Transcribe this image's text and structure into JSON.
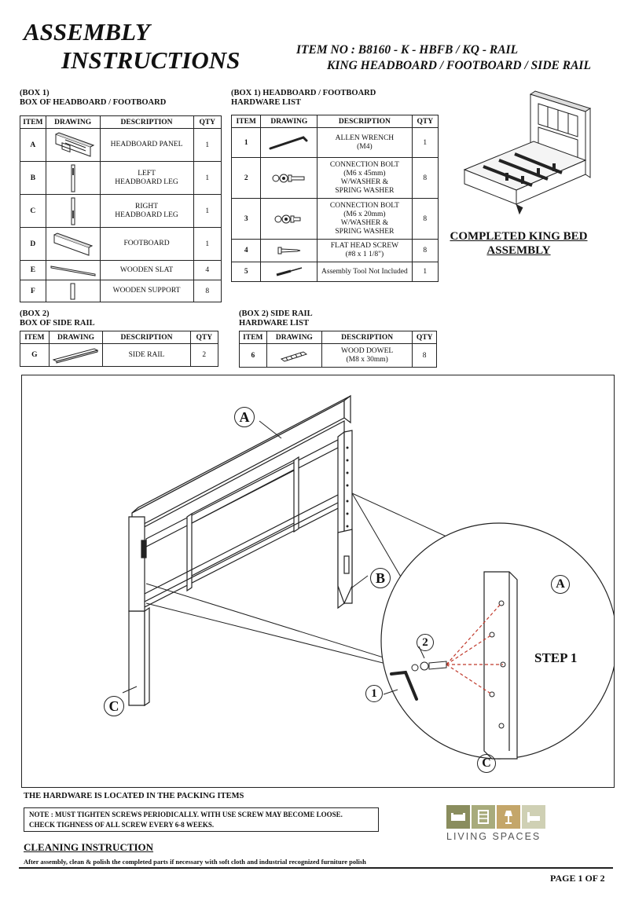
{
  "header": {
    "title_line1": "ASSEMBLY",
    "title_line2": "INSTRUCTIONS",
    "item_no": "ITEM NO : B8160 - K - HBFB / KQ - RAIL",
    "item_desc": "KING HEADBOARD / FOOTBOARD / SIDE RAIL"
  },
  "box1": {
    "label": "(BOX 1)",
    "title": "BOX OF HEADBOARD / FOOTBOARD",
    "columns": [
      "ITEM",
      "DRAWING",
      "DESCRIPTION",
      "QTY"
    ],
    "rows": [
      {
        "item": "A",
        "description": "HEADBOARD PANEL",
        "qty": "1",
        "drawing": "headboard-panel-drawing"
      },
      {
        "item": "B",
        "description": "LEFT\nHEADBOARD LEG",
        "qty": "1",
        "drawing": "left-leg-drawing"
      },
      {
        "item": "C",
        "description": "RIGHT\nHEADBOARD LEG",
        "qty": "1",
        "drawing": "right-leg-drawing"
      },
      {
        "item": "D",
        "description": "FOOTBOARD",
        "qty": "1",
        "drawing": "footboard-drawing"
      },
      {
        "item": "E",
        "description": "WOODEN SLAT",
        "qty": "4",
        "drawing": "slat-drawing"
      },
      {
        "item": "F",
        "description": "WOODEN SUPPORT",
        "qty": "8",
        "drawing": "support-drawing"
      }
    ]
  },
  "box1_hw": {
    "label": "(BOX 1) HEADBOARD / FOOTBOARD",
    "title": "HARDWARE LIST",
    "columns": [
      "ITEM",
      "DRAWING",
      "DESCRIPTION",
      "QTY"
    ],
    "rows": [
      {
        "item": "1",
        "description": "ALLEN WRENCH\n(M4)",
        "qty": "1",
        "drawing": "allen-wrench-drawing"
      },
      {
        "item": "2",
        "description": "CONNECTION BOLT\n(M6 x 45mm)\nW/WASHER &\nSPRING WASHER",
        "qty": "8",
        "drawing": "bolt-long-drawing"
      },
      {
        "item": "3",
        "description": "CONNECTION BOLT\n(M6 x 20mm)\nW/WASHER &\nSPRING WASHER",
        "qty": "8",
        "drawing": "bolt-short-drawing"
      },
      {
        "item": "4",
        "description": "FLAT HEAD SCREW\n(#8 x 1 1/8\")",
        "qty": "8",
        "drawing": "screw-drawing"
      },
      {
        "item": "5",
        "description": "Assembly Tool Not Included",
        "qty": "1",
        "drawing": "screwdriver-drawing"
      }
    ]
  },
  "completed": {
    "line1": "COMPLETED KING BED",
    "line2": "ASSEMBLY"
  },
  "box2": {
    "label": "(BOX 2)",
    "title": "BOX OF SIDE RAIL",
    "columns": [
      "ITEM",
      "DRAWING",
      "DESCRIPTION",
      "QTY"
    ],
    "rows": [
      {
        "item": "G",
        "description": "SIDE RAIL",
        "qty": "2",
        "drawing": "side-rail-drawing"
      }
    ]
  },
  "box2_hw": {
    "label": "(BOX 2) SIDE RAIL",
    "title": "HARDWARE LIST",
    "columns": [
      "ITEM",
      "DRAWING",
      "DESCRIPTION",
      "QTY"
    ],
    "rows": [
      {
        "item": "6",
        "description": "WOOD DOWEL\n(M8 x 30mm)",
        "qty": "8",
        "drawing": "dowel-drawing"
      }
    ]
  },
  "diagram": {
    "label_a": "A",
    "label_b": "B",
    "label_c": "C",
    "label_1": "1",
    "label_2": "2",
    "zoom_a": "A",
    "zoom_c": "C",
    "step": "STEP 1"
  },
  "hardware_note": "THE HARDWARE IS LOCATED IN THE PACKING ITEMS",
  "note": {
    "line1": "NOTE : MUST TIGHTEN SCREWS PERIODICALLY. WITH USE SCREW MAY BECOME LOOSE.",
    "line2": "CHECK TIGHNESS OF ALL SCREW EVERY 6-8 WEEKS."
  },
  "brand": "LIVING SPACES",
  "brand_colors": [
    "#8a8d5e",
    "#a8ab7c",
    "#c4a66a",
    "#cfd0b4"
  ],
  "cleaning": {
    "title": "CLEANING INSTRUCTION",
    "text": "After assembly, clean & polish the completed parts if necessary with soft cloth and industrial recognized furniture polish"
  },
  "page": "PAGE 1 OF 2"
}
